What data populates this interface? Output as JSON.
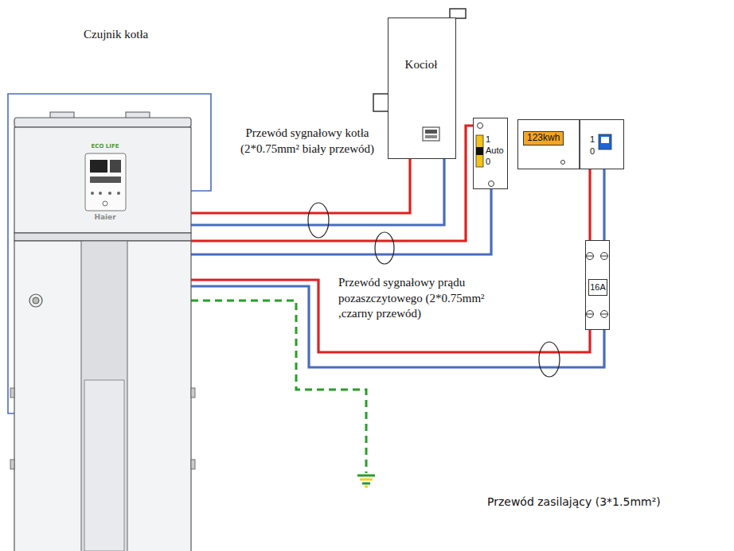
{
  "diagram": {
    "nodes": [
      {
        "text": [
          "ECO LIFE",
          "Haier"
        ]
      },
      {
        "text": [
          "Kocioł"
        ]
      },
      {
        "text": [
          "1",
          "Auto",
          "0"
        ]
      },
      {
        "text": [
          "123kwh"
        ]
      },
      {
        "text": [
          "1",
          "0"
        ]
      },
      {
        "text": [
          "16A"
        ]
      }
    ],
    "edges": [
      {
        "from": 0,
        "to": 1,
        "arrow": "none"
      },
      {
        "from": 0,
        "to": 2,
        "arrow": "none"
      },
      {
        "from": 0,
        "to": 5,
        "arrow": "none"
      },
      {
        "from": 5,
        "to": 4,
        "arrow": "none"
      }
    ],
    "labels": [
      "Czujnik kotła",
      "Przewód sygnałowy kotła (2*0.75mm² biały przewód)",
      "Przewód sygnałowy prądu pozaszczytowego (2*0.75mm² ,czarny przewód)",
      "Przewód zasilający (3*1.5mm²)"
    ]
  }
}
